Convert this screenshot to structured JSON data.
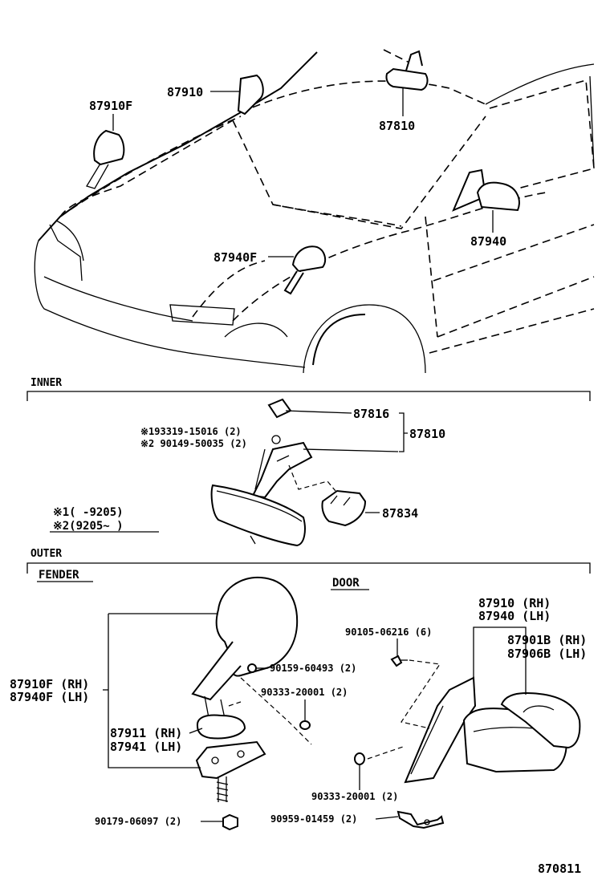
{
  "sections": {
    "inner": "INNER",
    "outer": "OUTER",
    "fender": "FENDER",
    "door": "DOOR"
  },
  "overview": {
    "p87910F": "87910F",
    "p87910": "87910",
    "p87810": "87810",
    "p87940": "87940",
    "p87940F": "87940F"
  },
  "inner": {
    "p87816": "87816",
    "p87810": "87810",
    "p87834": "87834",
    "bolt1": "※193319-15016 (2)",
    "bolt2": "※2 90149-50035 (2)",
    "legend1": "※1(    -9205)",
    "legend2": "※2(9205~      )"
  },
  "fender": {
    "mirror_rh": "87910F (RH)",
    "mirror_lh": "87940F (LH)",
    "nut": "90159-60493 (2)",
    "clip": "90333-20001 (2)",
    "base_rh": "87911 (RH)",
    "base_lh": "87941 (LH)",
    "nut2": "90179-06097 (2)"
  },
  "door": {
    "screw": "90105-06216 (6)",
    "mirror_rh": "87910 (RH)",
    "mirror_lh": "87940 (LH)",
    "glass_rh": "87901B (RH)",
    "glass_lh": "87906B (LH)",
    "clip": "90333-20001 (2)",
    "bracket": "90959-01459 (2)"
  },
  "figure_number": "870811"
}
